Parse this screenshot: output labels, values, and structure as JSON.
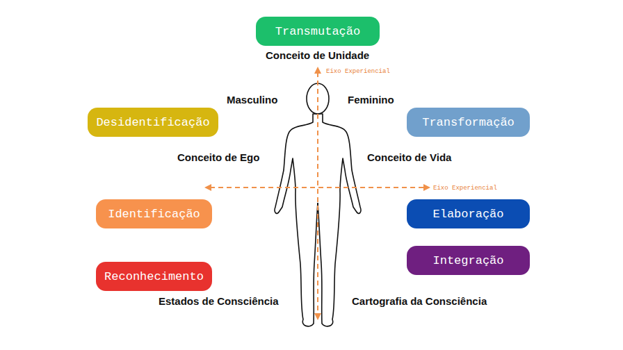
{
  "diagram": {
    "nodes": [
      {
        "text": [
          "Transmutação"
        ]
      },
      {
        "text": [
          "Desidentificação"
        ]
      },
      {
        "text": [
          "Transformação"
        ]
      },
      {
        "text": [
          "Identificação"
        ]
      },
      {
        "text": [
          "Elaboração"
        ]
      },
      {
        "text": [
          "Reconhecimento"
        ]
      },
      {
        "text": [
          "Integração"
        ]
      }
    ],
    "labels": [
      "Conceito de Unidade",
      "Eixo Experiencial",
      "Masculino",
      "Feminino",
      "Conceito de Ego",
      "Conceito de Vida",
      "Eixo Experiencial",
      "Estados de Consciência",
      "Cartografia da Consciência"
    ]
  }
}
